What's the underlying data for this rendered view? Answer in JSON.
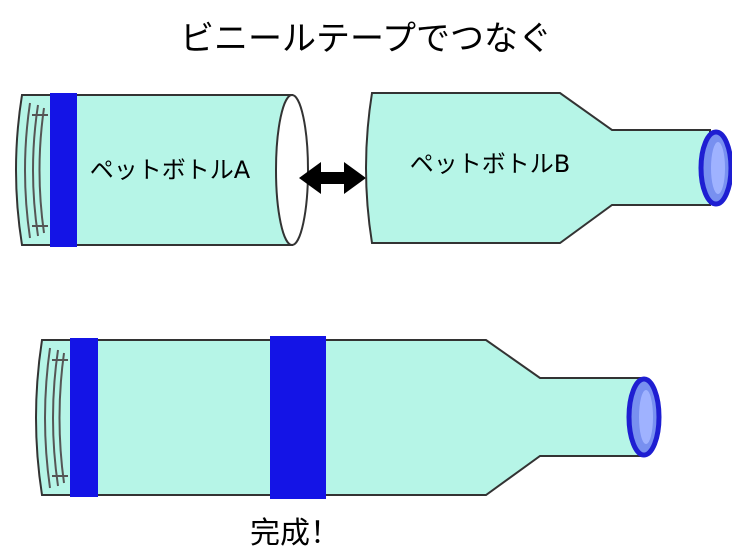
{
  "title": "ビニールテープでつなぐ",
  "bottle_a": {
    "label": "ペットボトルA"
  },
  "bottle_b": {
    "label": "ペットボトルB"
  },
  "result_caption": "完成！",
  "colors": {
    "bottle_body": "#b6f5e7",
    "bottle_outline": "#333333",
    "tape": "#1414e6",
    "cap_fill": "#7890f0",
    "cap_ring": "#1e1ed2",
    "arrow": "#000000",
    "background": "#ffffff"
  },
  "icons": {
    "connect_arrow": "double-headed-arrow"
  }
}
